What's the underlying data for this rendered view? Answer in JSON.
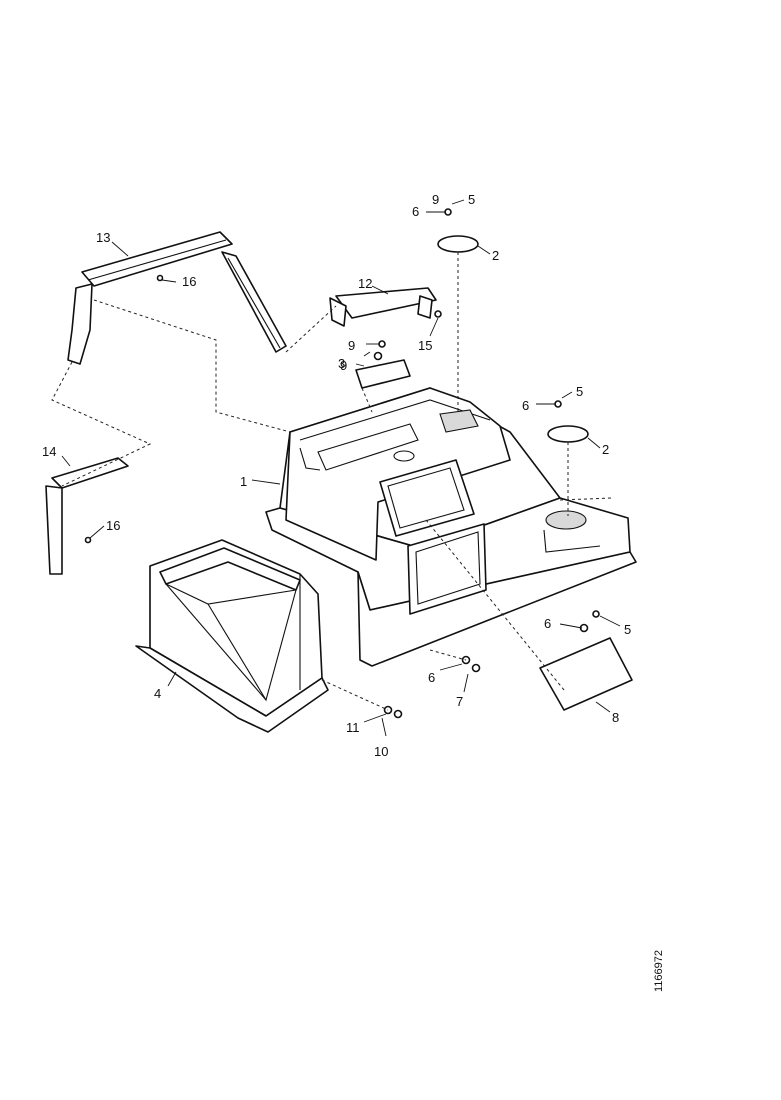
{
  "diagram": {
    "callouts": {
      "c1": "1",
      "c2a": "2",
      "c2b": "2",
      "c3": "3",
      "c4": "4",
      "c5a": "5",
      "c5b": "5",
      "c5c": "5",
      "c6a": "6",
      "c6b": "6",
      "c6c": "6",
      "c6d": "6",
      "c7": "7",
      "c8": "8",
      "c9a": "9",
      "c9b": "9",
      "c9c": "9",
      "c10": "10",
      "c11": "11",
      "c12": "12",
      "c13": "13",
      "c14": "14",
      "c15": "15",
      "c16a": "16",
      "c16b": "16"
    },
    "reference_number": "1166972"
  }
}
